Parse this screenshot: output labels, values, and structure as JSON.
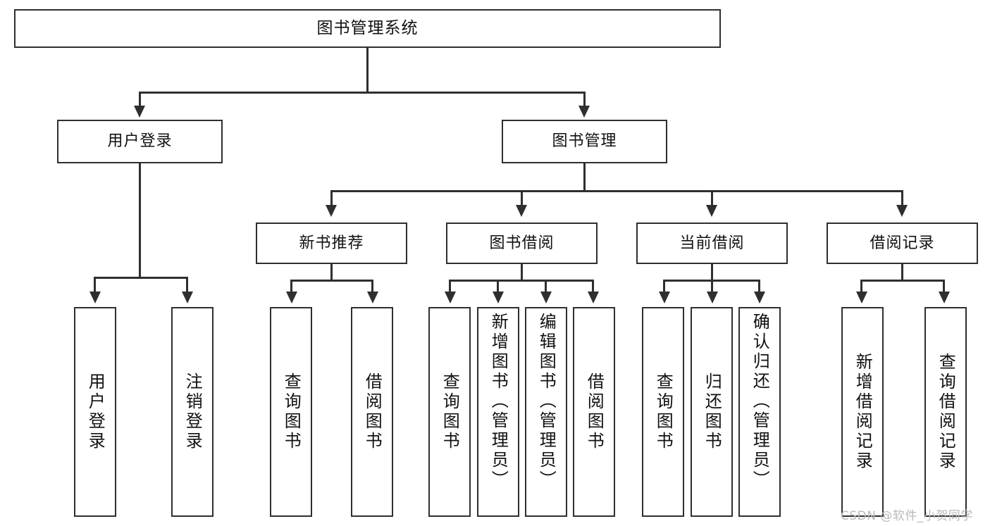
{
  "diagram": {
    "type": "tree-hierarchy-chart",
    "title": "图书管理系统",
    "colors": {
      "box_border": "#2f2f2f",
      "box_fill": "#ffffff",
      "connector": "#2f2f2f",
      "text": "#111111",
      "watermark": "#b9b9b9",
      "background": "#ffffff"
    },
    "root": {
      "label": "图书管理系统"
    },
    "level2": [
      {
        "label": "用户登录"
      },
      {
        "label": "图书管理"
      }
    ],
    "level3": [
      {
        "label": "新书推荐"
      },
      {
        "label": "图书借阅"
      },
      {
        "label": "当前借阅"
      },
      {
        "label": "借阅记录"
      }
    ],
    "leaves": {
      "user_login": [
        {
          "label": "用户登录"
        },
        {
          "label": "注销登录"
        }
      ],
      "new_book_recommend": [
        {
          "label": "查询图书"
        },
        {
          "label": "借阅图书"
        }
      ],
      "book_borrow": [
        {
          "label": "查询图书"
        },
        {
          "label": "新增图书（管理员）"
        },
        {
          "label": "编辑图书（管理员）"
        },
        {
          "label": "借阅图书"
        }
      ],
      "current_borrow": [
        {
          "label": "查询图书"
        },
        {
          "label": "归还图书"
        },
        {
          "label": "确认归还（管理员）"
        }
      ],
      "borrow_record": [
        {
          "label": "新增借阅记录"
        },
        {
          "label": "查询借阅记录"
        }
      ]
    }
  },
  "watermark": {
    "text": "CSDN @软件_小贺同学"
  }
}
